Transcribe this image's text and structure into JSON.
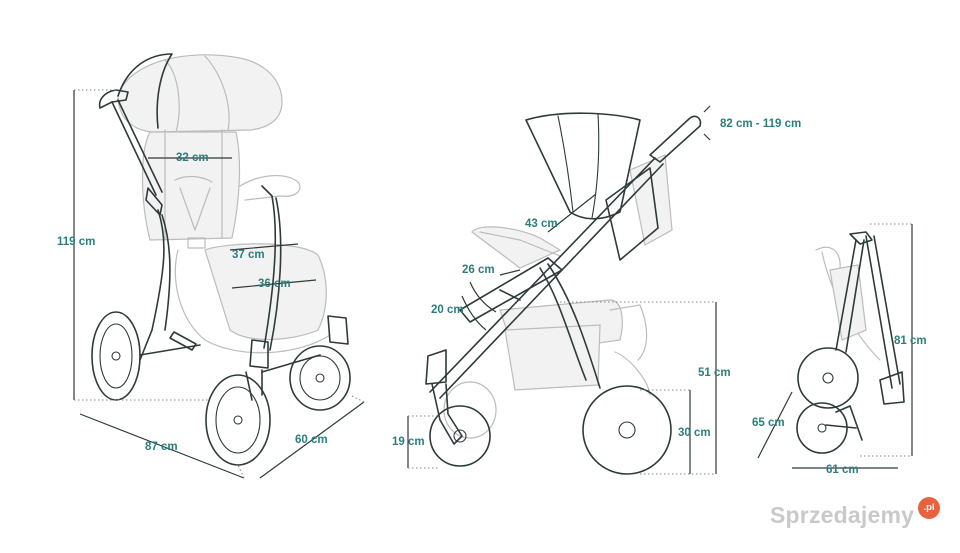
{
  "front_view": {
    "height": "119 cm",
    "seat_width": "32 cm",
    "seat_depth": "37 cm",
    "footrest_width": "36 cm",
    "length": "87 cm",
    "width": "60 cm"
  },
  "side_view": {
    "handle_height": "82 cm - 119 cm",
    "backrest_length": "43 cm",
    "backrest_angle": "26 cm",
    "footrest_length": "20 cm",
    "seat_height": "51 cm",
    "front_wheel": "19 cm",
    "rear_wheel": "30 cm"
  },
  "folded_view": {
    "height": "81 cm",
    "depth": "65 cm",
    "width": "61 cm"
  },
  "watermark": {
    "text": "Sprzedajemy",
    "badge": ".pl"
  },
  "colors": {
    "label": "#2a7f7c",
    "outline": "#2f3a3a",
    "ghost": "#bcbcbc",
    "badge": "#e8623f"
  }
}
